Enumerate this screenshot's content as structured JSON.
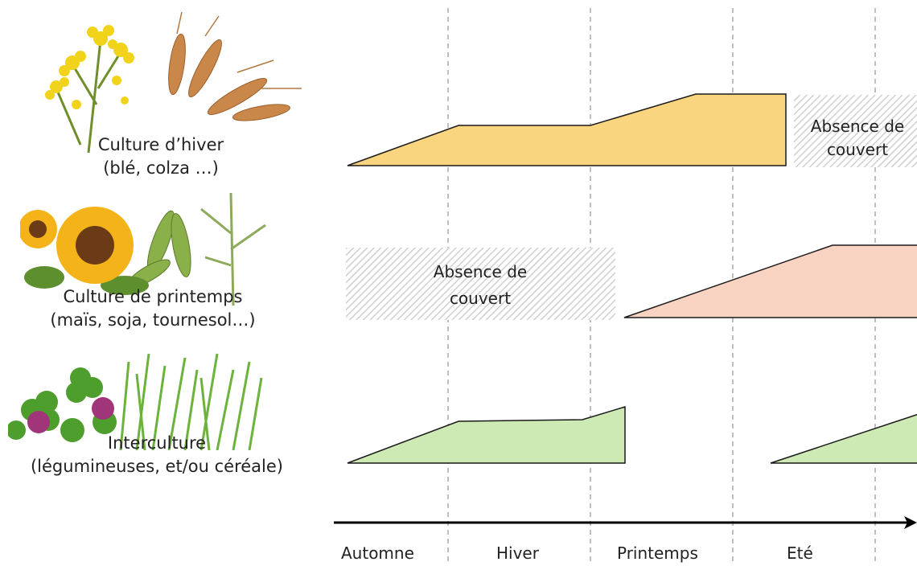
{
  "rows": [
    {
      "name_line1": "Culture d’hiver",
      "name_line2": "(blé, colza …)",
      "illustration": "rapeseed-and-wheat",
      "fill_color": "#fad580"
    },
    {
      "name_line1": "Culture de printemps",
      "name_line2": "(maïs, soja, tournesol…)",
      "illustration": "sunflower-soybean-maize",
      "fill_color": "#f8d3c1"
    },
    {
      "name_line1": "Interculture",
      "name_line2": "(légumineuses, et/ou céréale)",
      "illustration": "clover-and-grass",
      "fill_color": "#cde9b4"
    }
  ],
  "no_cover_label": {
    "line1": "Absence de",
    "line2": "couvert"
  },
  "seasons": [
    "Automne",
    "Hiver",
    "Printemps",
    "Eté"
  ],
  "colors": {
    "hatch": "#cfcfcf",
    "axis": "#000000",
    "divider": "#aaaaaa"
  }
}
